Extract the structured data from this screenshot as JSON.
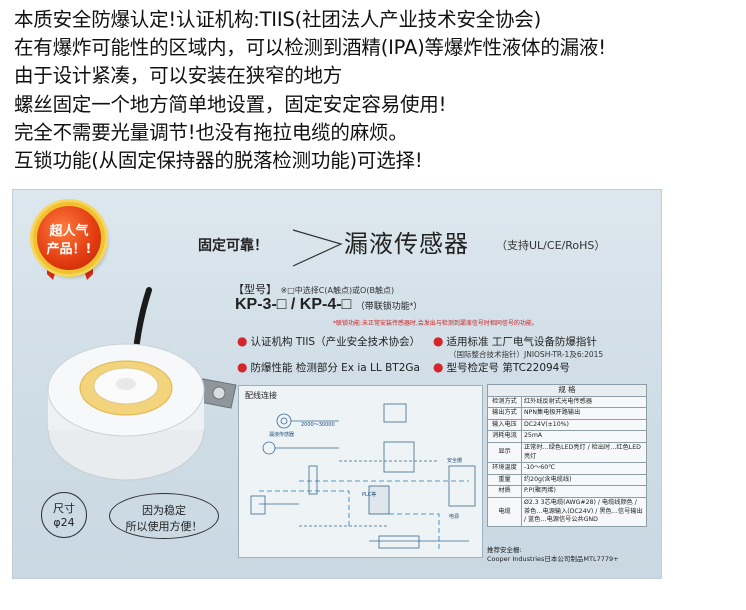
{
  "intro": {
    "lines": [
      "本质安全防爆认定!认证机构:TIIS(社团法人产业技术安全协会)",
      "在有爆炸可能性的区域内，可以检测到酒精(IPA)等爆炸性液体的漏液!",
      "由于设计紧凑，可以安装在狭窄的地方",
      "螺丝固定一个地方简单地设置，固定安定容易使用!",
      "完全不需要光量调节!也没有拖拉电缆的麻烦。",
      "互锁功能(从固定保持器的脱落检测功能)可选择!"
    ]
  },
  "product": {
    "badge_line1": "超人气",
    "badge_line2": "产品！!",
    "slogan": "固定可靠！",
    "title": "漏液传感器",
    "title_sub": "（支持UL/CE/RoHS）",
    "model_label": "【型号】",
    "model_note": "※□中选择C(A触点)或O(B触点)",
    "model_main": "KP-3-□ / KP-4-□",
    "model_hint": "（带联锁功能*）",
    "interlock_note": "*联锁功能:未正常安装传感器时,会发出与检测到漏液信号时相同信号的功能。",
    "spec_cert": "认证机构 TIIS（产业安全技术协会）",
    "spec_standard": "适用标准 工厂电气设备防爆指针",
    "spec_standard_sub": "（国际整合技术指针）JNIOSH-TR-1及6:2015",
    "spec_explosion": "防爆性能 检测部分 Ex ia LL BT2Ga",
    "spec_verify": "型号检定号 第TC22094号",
    "size_label": "尺寸",
    "size_value": "φ24",
    "easy_line1": "因为稳定",
    "easy_line2": "所以使用方便！"
  },
  "diagram": {
    "title": "配线连接",
    "label_plc": "PLC等",
    "label_sensor": "漏液传感器",
    "label_barrier": "安全栅",
    "label_power": "电源",
    "label_len": "2000～30000"
  },
  "specs": {
    "header": "规  格",
    "rows": [
      {
        "k": "检测方式",
        "v": "红外线反射式光电传感器"
      },
      {
        "k": "输出方式",
        "v": "NPN集电极开路输出"
      },
      {
        "k": "输入电压",
        "v": "DC24V(±10%)"
      },
      {
        "k": "消耗电流",
        "v": "25mA"
      },
      {
        "k": "显示",
        "v": "正常时…绿色LED亮灯 / 检出时…红色LED亮灯"
      },
      {
        "k": "环境温度",
        "v": "-10～60℃"
      },
      {
        "k": "重量",
        "v": "约20g(含电缆线)"
      },
      {
        "k": "材质",
        "v": "P.P(聚丙烯)"
      },
      {
        "k": "电缆",
        "v": "Ø2.3  3芯电缆(AWG#28) / 电缆线颜色 / 茶色…电源输入(DC24V) / 黑色…信号输出 / 蓝色…电源信号公共GND"
      }
    ],
    "foot_line1": "推荐安全栅:",
    "foot_line2": "Cooper Industries日本公司制品MTL7779+"
  },
  "colors": {
    "accent_red": "#d4262b",
    "badge_gold": "#f2c12e",
    "panel_bg": "#cfdde6"
  }
}
